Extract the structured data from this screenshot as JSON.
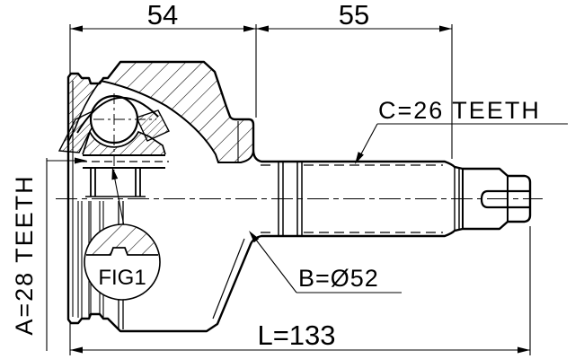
{
  "drawing": {
    "type": "technical-cross-section",
    "part": "cv-joint-outer",
    "labels": {
      "dim_top_left": "54",
      "dim_top_right": "55",
      "dim_overall_length": "L=133",
      "dim_body_diameter": "B=Ø52",
      "dim_inner_spline": "A=28 TEETH",
      "dim_outer_spline": "C=26 TEETH",
      "figure_callout": "FIG1"
    },
    "colors": {
      "line": "#000000",
      "background": "#ffffff"
    }
  }
}
